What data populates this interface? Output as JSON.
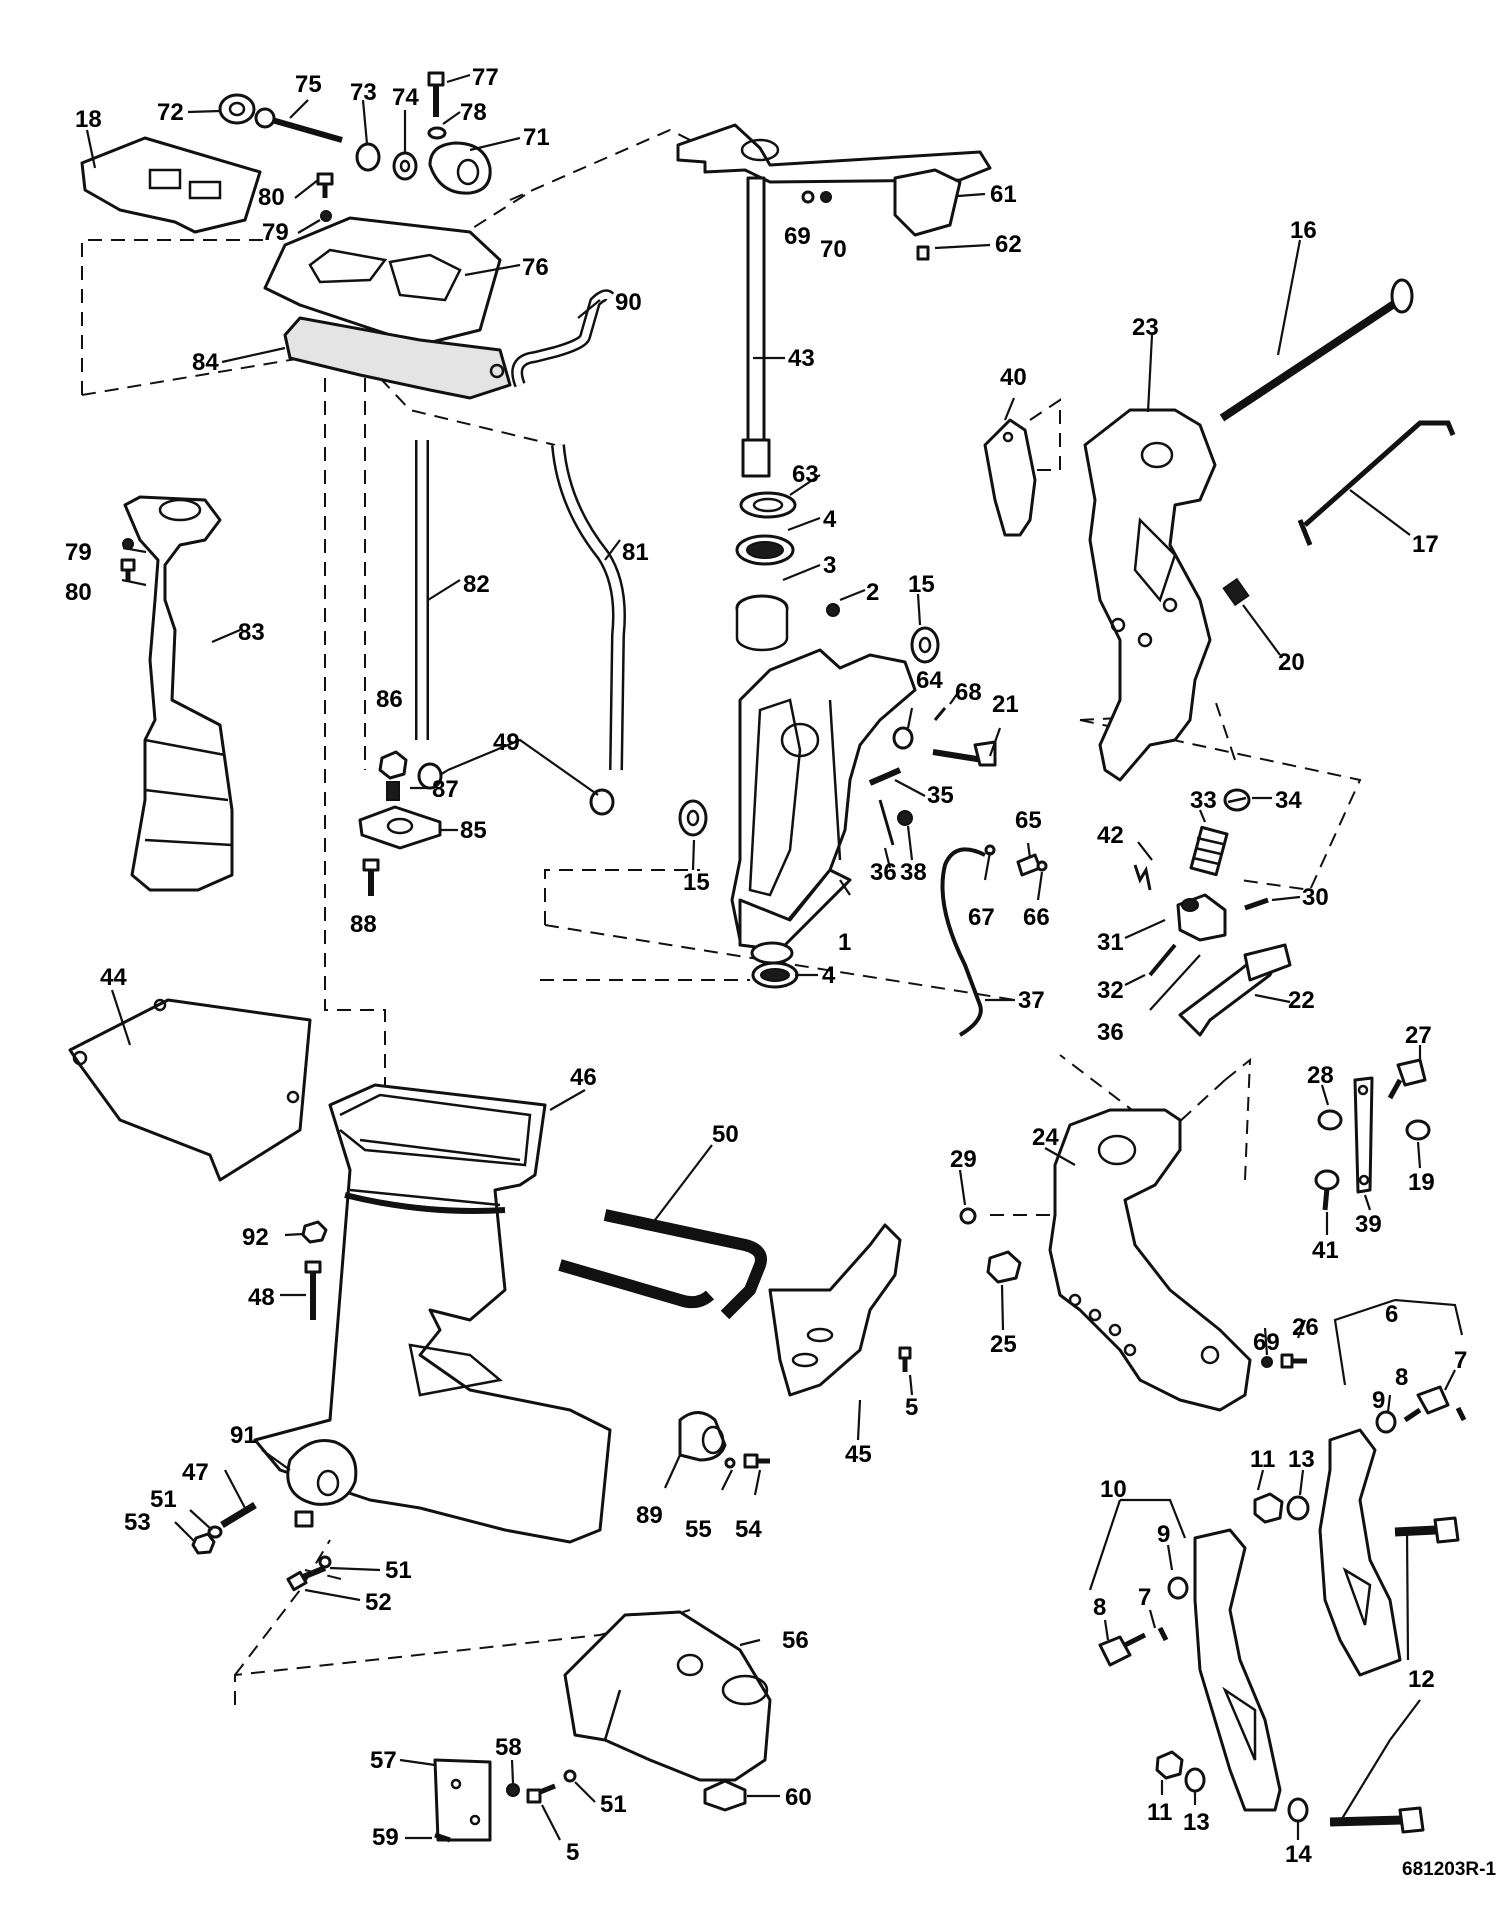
{
  "diagram": {
    "catalog_number": "681203R-1",
    "callouts": [
      {
        "id": "1",
        "label": "1"
      },
      {
        "id": "2",
        "label": "2"
      },
      {
        "id": "3",
        "label": "3"
      },
      {
        "id": "4a",
        "label": "4"
      },
      {
        "id": "4b",
        "label": "4"
      },
      {
        "id": "5a",
        "label": "5"
      },
      {
        "id": "5b",
        "label": "5"
      },
      {
        "id": "6",
        "label": "6"
      },
      {
        "id": "7a",
        "label": "7"
      },
      {
        "id": "7b",
        "label": "7"
      },
      {
        "id": "8a",
        "label": "8"
      },
      {
        "id": "8b",
        "label": "8"
      },
      {
        "id": "9a",
        "label": "9"
      },
      {
        "id": "9b",
        "label": "9"
      },
      {
        "id": "10",
        "label": "10"
      },
      {
        "id": "11a",
        "label": "11"
      },
      {
        "id": "11b",
        "label": "11"
      },
      {
        "id": "12",
        "label": "12"
      },
      {
        "id": "13a",
        "label": "13"
      },
      {
        "id": "13b",
        "label": "13"
      },
      {
        "id": "14",
        "label": "14"
      },
      {
        "id": "15a",
        "label": "15"
      },
      {
        "id": "15b",
        "label": "15"
      },
      {
        "id": "16",
        "label": "16"
      },
      {
        "id": "17",
        "label": "17"
      },
      {
        "id": "18",
        "label": "18"
      },
      {
        "id": "19",
        "label": "19"
      },
      {
        "id": "20",
        "label": "20"
      },
      {
        "id": "21",
        "label": "21"
      },
      {
        "id": "22",
        "label": "22"
      },
      {
        "id": "23",
        "label": "23"
      },
      {
        "id": "24",
        "label": "24"
      },
      {
        "id": "25",
        "label": "25"
      },
      {
        "id": "26",
        "label": "26"
      },
      {
        "id": "27",
        "label": "27"
      },
      {
        "id": "28",
        "label": "28"
      },
      {
        "id": "29",
        "label": "29"
      },
      {
        "id": "30",
        "label": "30"
      },
      {
        "id": "31",
        "label": "31"
      },
      {
        "id": "32",
        "label": "32"
      },
      {
        "id": "33",
        "label": "33"
      },
      {
        "id": "34",
        "label": "34"
      },
      {
        "id": "35",
        "label": "35"
      },
      {
        "id": "36a",
        "label": "36"
      },
      {
        "id": "36b",
        "label": "36"
      },
      {
        "id": "37",
        "label": "37"
      },
      {
        "id": "38",
        "label": "38"
      },
      {
        "id": "39",
        "label": "39"
      },
      {
        "id": "40",
        "label": "40"
      },
      {
        "id": "41",
        "label": "41"
      },
      {
        "id": "42",
        "label": "42"
      },
      {
        "id": "43",
        "label": "43"
      },
      {
        "id": "44",
        "label": "44"
      },
      {
        "id": "45",
        "label": "45"
      },
      {
        "id": "46",
        "label": "46"
      },
      {
        "id": "47",
        "label": "47"
      },
      {
        "id": "48",
        "label": "48"
      },
      {
        "id": "49",
        "label": "49"
      },
      {
        "id": "50",
        "label": "50"
      },
      {
        "id": "51a",
        "label": "51"
      },
      {
        "id": "51b",
        "label": "51"
      },
      {
        "id": "51c",
        "label": "51"
      },
      {
        "id": "52",
        "label": "52"
      },
      {
        "id": "53",
        "label": "53"
      },
      {
        "id": "54",
        "label": "54"
      },
      {
        "id": "55",
        "label": "55"
      },
      {
        "id": "56",
        "label": "56"
      },
      {
        "id": "57",
        "label": "57"
      },
      {
        "id": "58",
        "label": "58"
      },
      {
        "id": "59",
        "label": "59"
      },
      {
        "id": "60",
        "label": "60"
      },
      {
        "id": "61",
        "label": "61"
      },
      {
        "id": "62",
        "label": "62"
      },
      {
        "id": "63",
        "label": "63"
      },
      {
        "id": "64",
        "label": "64"
      },
      {
        "id": "65",
        "label": "65"
      },
      {
        "id": "66",
        "label": "66"
      },
      {
        "id": "67",
        "label": "67"
      },
      {
        "id": "68",
        "label": "68"
      },
      {
        "id": "69a",
        "label": "69"
      },
      {
        "id": "69b",
        "label": "69"
      },
      {
        "id": "70",
        "label": "70"
      },
      {
        "id": "71",
        "label": "71"
      },
      {
        "id": "72",
        "label": "72"
      },
      {
        "id": "73",
        "label": "73"
      },
      {
        "id": "74",
        "label": "74"
      },
      {
        "id": "75",
        "label": "75"
      },
      {
        "id": "76",
        "label": "76"
      },
      {
        "id": "77",
        "label": "77"
      },
      {
        "id": "78",
        "label": "78"
      },
      {
        "id": "79a",
        "label": "79"
      },
      {
        "id": "79b",
        "label": "79"
      },
      {
        "id": "80a",
        "label": "80"
      },
      {
        "id": "80b",
        "label": "80"
      },
      {
        "id": "81",
        "label": "81"
      },
      {
        "id": "82",
        "label": "82"
      },
      {
        "id": "83",
        "label": "83"
      },
      {
        "id": "84",
        "label": "84"
      },
      {
        "id": "85",
        "label": "85"
      },
      {
        "id": "86",
        "label": "86"
      },
      {
        "id": "87",
        "label": "87"
      },
      {
        "id": "88",
        "label": "88"
      },
      {
        "id": "89",
        "label": "89"
      },
      {
        "id": "90",
        "label": "90"
      },
      {
        "id": "91",
        "label": "91"
      },
      {
        "id": "92",
        "label": "92"
      }
    ]
  }
}
